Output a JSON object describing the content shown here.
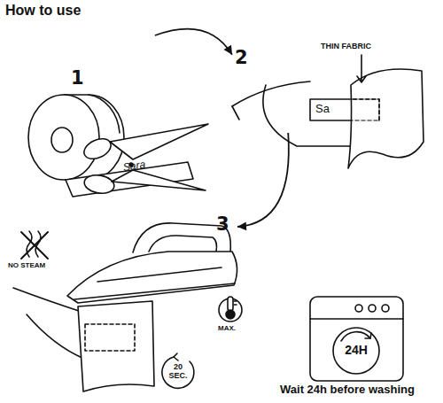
{
  "diagram": {
    "title": "How to use",
    "nodes": [
      {
        "text": [
          "1"
        ]
      },
      {
        "text": [
          "2"
        ]
      },
      {
        "text": [
          "3"
        ]
      }
    ],
    "edges": [
      {
        "from": 0,
        "to": 1,
        "arrow": "to"
      },
      {
        "from": 1,
        "to": 2,
        "arrow": "to"
      }
    ],
    "labels": [
      "Sara",
      "THIN FABRIC",
      "Sa",
      "NO STEAM",
      "MAX.",
      "20 SEC.",
      "24H",
      "Wait 24h before washing"
    ]
  }
}
